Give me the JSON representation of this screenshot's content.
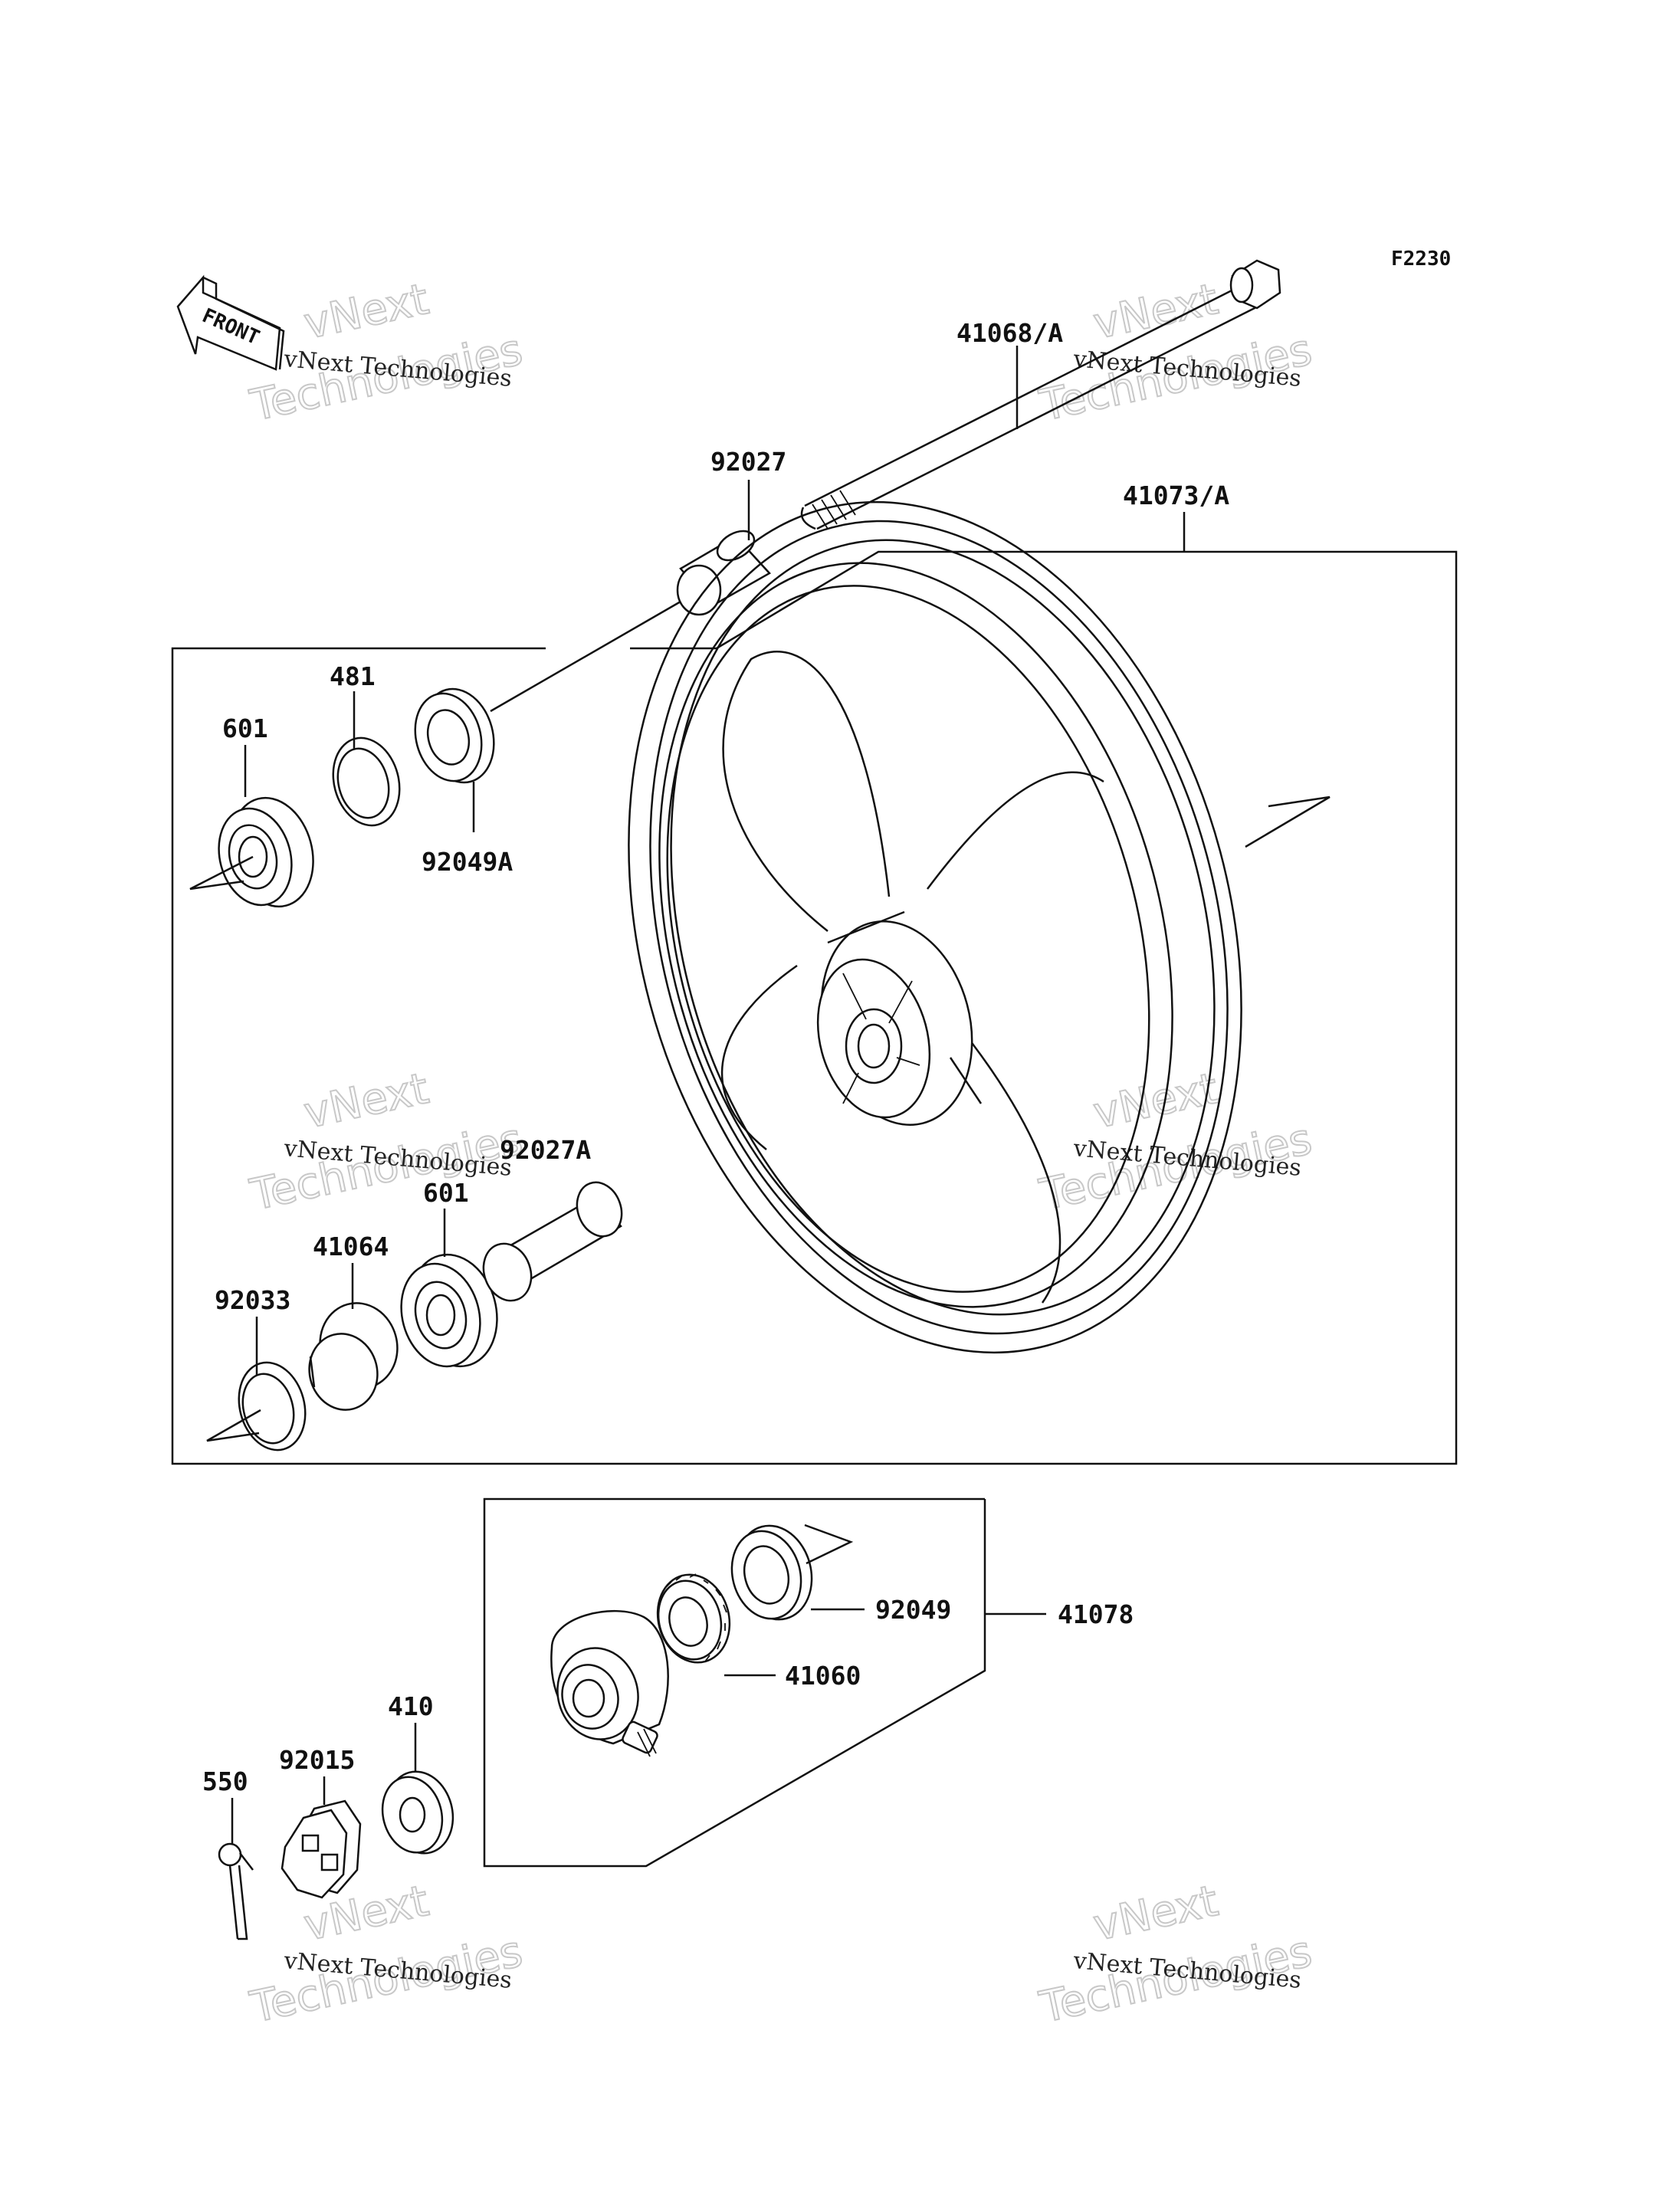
{
  "diagram": {
    "figure_code": "F2230",
    "front_label": "FRONT",
    "parts": [
      {
        "id": "p41068",
        "label": "41068/A"
      },
      {
        "id": "p92027",
        "label": "92027"
      },
      {
        "id": "p41073",
        "label": "41073/A"
      },
      {
        "id": "p481",
        "label": "481"
      },
      {
        "id": "p601a",
        "label": "601"
      },
      {
        "id": "p92049a",
        "label": "92049A"
      },
      {
        "id": "p601b",
        "label": "601"
      },
      {
        "id": "p92027a",
        "label": "92027A"
      },
      {
        "id": "p41064",
        "label": "41064"
      },
      {
        "id": "p92033",
        "label": "92033"
      },
      {
        "id": "p92049",
        "label": "92049"
      },
      {
        "id": "p41078",
        "label": "41078"
      },
      {
        "id": "p41060",
        "label": "41060"
      },
      {
        "id": "p410",
        "label": "410"
      },
      {
        "id": "p92015",
        "label": "92015"
      },
      {
        "id": "p550",
        "label": "550"
      }
    ],
    "watermark": {
      "line1": "vNext",
      "line2": "vNext Technologies",
      "line3": "Technologies"
    }
  }
}
